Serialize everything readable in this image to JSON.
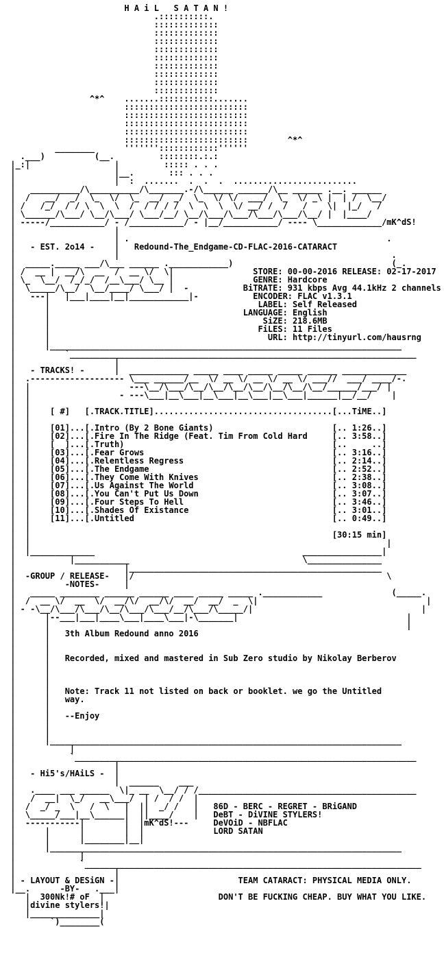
{
  "lines": [
    "                        H A i L   S A T A N !",
    "                              .::::::::::.",
    "                              :::::::::::::",
    "                              :::::::::::::",
    "                              :::::::::::::",
    "                              :::::::::::::",
    "                              :::::::::::::",
    "                              :::::::::::::",
    "                              :::::::::::::",
    "                              :::::::::::::",
    "                              :::::::::::::",
    "                 ^*^    .......:::::::::::.......",
    "                        :::::::::::::::::::::::::",
    "                        :::::::::::::::::::::::::",
    "                        :::::::::::::::::::::::::",
    "                        :::::::::::::::::::::::::",
    "                        :::::::::::::::::::::::::        ^*^",
    "          ________      '''''''::::::::::::''''''",
    "   .___)          (__.         ::::::::.:.:",
    " |_:|                 |         ::::: . . .",
    " |                    |__.       ::: . . .",
    " |                    |  :  .......  .  .  .  .........................",
    " |   __________/\\__________/\\_______.-/\\______ ______/\\__ ______ .__. ______",
    " |  /   __/  _/  \\_  \\/  \\_  __/  _/  \\_  \\/ \\/  ___/  \\_  \\/ _\\ |  | /  \\__/",
    " | /   /_/  / / \\  \\  \\  /  / / / /  \\  \\  \\  \\/ __/ /  /   /    \\|  |_/   /",
    " | \\______/\\___/ \\__/\\___/ \\___/__/ \\__/\\___/\\___/\\___/\\___/\\__/ |  |____/",
    " | -----/___________/ - /___________/ - |__/___________/ ---- \\_____________/mK^dS!",
    " |                    |",
    " |                    | .                                                    .",
    " |   - EST. 2o14 -    |   Redound-The_Endgame-CD-FLAC-2016-CATARACT",
    " |                    |                                                       .",
    " |  _____._____ ___/\\___ ______ .____________)                                (_.",
    " | /  __ |  __/\\  __  /  __ \\/  \\|                STORE: 00-00-2016 RELEASE: 02-17-2017",
    " | \\_  \\__/  /_/_/  /__\\___/ \\__ |                GENRE: Hardcore",
    " |  \\_____/\\__/  \\__/____/ \\___/ |  -           BiTRATE: 931 kbps Avg 44.1kHz 2 channels",
    " |   ---|   |___|____|__|____________|-           ENCODER: FLAC v1.3.1",
    " |      |                                          LABEL: Self Released",
    " |      |                                       LANGUAGE: English",
    " |      |                                           SiZE: 218.6MB",
    " |      |                                          FiLES: 11 Files",
    " |      |                                            URL: http://tinyurl.com/hausrng",
    " |      |_______________________________________________________________________",
    " |          `______________________________________________________________________",
    " |                    |",
    " |   - TRACKS! -      |  ____________ _____ ____ _____ _____ ______ _____________",
    " |  .------------------- \\___ ______/__  \\/ __ \\/ __ \\/ __ \\/ ___//  ___/ ____/-.",
    " |  |                    ---\\__/\\___/\\__/\\__/\\__/\\__/\\__/\\__/\\__/______/___/ |",
    " |  |                  - ---\\___|__\\___|__\\___|__\\___|__\\___|______|__/__/    |",
    " |  |",
    " |  |    [ #]   [.TRACK.TITLE]....................................[...TiME..]",
    " |  |",
    " |  |    [01]...[.Intro (By 2 Bone Giants)                        [.. 1:26..]",
    " |  |    [02]...[.Fire In The Ridge (Feat. Tim From Cold Hard     [.. 3:58..]",
    " |  |    [  ]...[.Truth)                                          [..     ..]",
    " |  |    [03]...[.Fear Grows                                      [.. 3:16..]",
    " |  |    [04]...[.Relentless Regress                              [.. 2:14..]",
    " |  |    [05]...[.The Endgame                                     [.. 2:52..]",
    " |  |    [06]...[.They Come With Knives                           [.. 2:38..]",
    " |  |    [07]...[.Us Against The World                            [.. 3:08..]",
    " |  |    [08]...[.You Can't Put Us Down                           [.. 3:07..]",
    " |  |    [09]...[.Four Steps To Hell                              [.. 3:46..]",
    " |  |    [10]...[.Shades Of Existance                             [.. 3:01..]",
    " |  |    [11]...[.Untitled                                        [.. 0:49..]",
    " |  |",
    " |  |                                                             [30:15 min]",
    " |  |                                                                        |",
    " |  |_____________                                          ________________|",
    " |           |___________                                   \\_______________",
    " |                      |___________________________________________________",
    " |  -GROUP / RELEASE-   |/                                                   \\",
    " |          -NOTES-     |",
    " |   _____ ________ ______ ______ ____ _____ _____ .____________              (_____.",
    " |  /  __ \\/  __  \\/  __/\\/  __/\\/  __/  __/  _  \\|                                  |",
    " | - -\\__/\\___/\\___/\\__/\\___/\\___/__/\\___/\\_____/|                                  |",
    " |      |--___|___|____\\___|____\\___|-\\_______|                                  |",
    " |      |                                                                        |",
    " |      |   3th Album Redound anno 2016",
    " |      |",
    " |      |",
    " |      |   Recorded, mixed and mastered in Sub Zero studio by Nikolay Berberov",
    " |      |",
    " |      |",
    " |      |",
    " |      |   Note: Track 11 not listed on back or booklet. we go the Untitled",
    " |      |   way.",
    " |      |",
    " |      |   --Enjoy",
    " |      |",
    " |      |",
    " |      |_______________________________________________________________________",
    " |           |",
    " |           `_____________________________________________________________________",
    " |                    |",
    " |   - Hi5's/HAiLS -  |",
    " |                    |  ______    ___",
    " |   .____ ___ ______  \\|_ __  \\__/ / /____________________________________________",
    " |   /  __|  \\_/   __\\___/  | /  / /  |",
    " |  /  _/ _  \\   /  \\   |  ||  _/ /   |   86D - BERC - REGRET - BRiGAND",
    " |  \\_____/___|__\\______|  ||____/    |   DeBT - DiVINE STYLERS!",
    " |  -----------|        |  |mK^dS!---     DeVOiD - NBFLAC",
    " |      |      |        |  |              LORD SATAN",
    " |      |      |________|__|",
    " |      |_______________________________________________________________________",
    " |             |",
    " |             `____________________________________________________________________",
    " |                    |",
    " | - LAYOUT & DESiGN -|                        TEAM CATARACT: PHYSICAL MEDIA ONLY.",
    " |__.      -BY-   .___|",
    "    |  300Nk!# oF  |                       DON'T BE FUCKING CHEAP. BUY WHAT YOU LIKE.",
    "    |divine stylers!|",
    "    |______________|",
    "         `)________("
  ]
}
